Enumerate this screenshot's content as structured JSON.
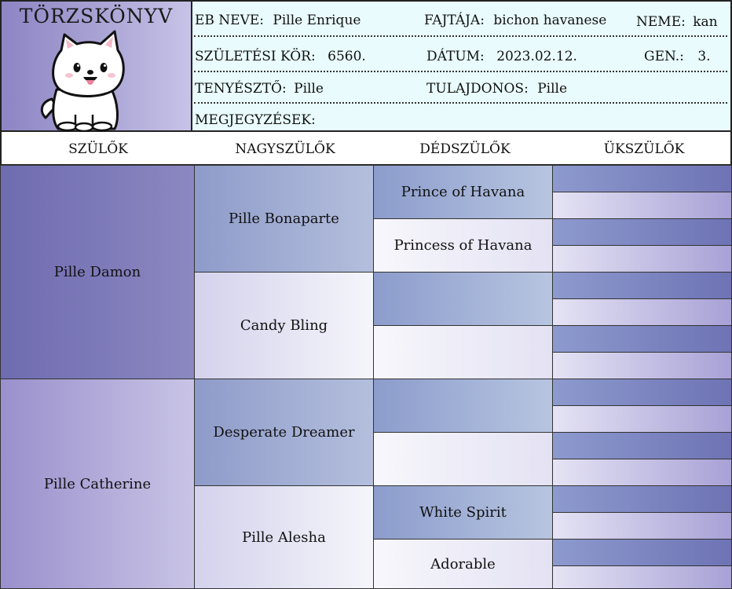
{
  "header": {
    "title": "TÖRZSKÖNYV",
    "fields": {
      "dog_name_label": "EB NEVE:",
      "dog_name": "Pille Enrique",
      "breed_label": "FAJTÁJA:",
      "breed": "bichon havanese",
      "sex_label": "NEME:",
      "sex": "kan",
      "litter_label": "SZÜLETÉSI KÖR:",
      "litter": "6560.",
      "date_label": "DÁTUM:",
      "date": "2023.02.12.",
      "gen_label": "GEN.:",
      "gen": "3.",
      "breeder_label": "TENYÉSZTŐ:",
      "breeder": "Pille",
      "owner_label": "TULAJDONOS:",
      "owner": "Pille",
      "notes_label": "MEGJEGYZÉSEK:"
    }
  },
  "columns": [
    "SZÜLŐK",
    "NAGYSZÜLŐK",
    "DÉDSZÜLŐK",
    "ÜKSZÜLŐK"
  ],
  "pedigree": {
    "parents": [
      "Pille Damon",
      "Pille Catherine"
    ],
    "grandparents": [
      "Pille Bonaparte",
      "Candy Bling",
      "Desperate Dreamer",
      "Pille Alesha"
    ],
    "great_grandparents": [
      "Prince of Havana",
      "Princess of Havana",
      "",
      "",
      "",
      "",
      "White Spirit",
      "Adorable"
    ]
  },
  "colors": {
    "sire_dark": "#6f6bb0",
    "dam_light": "#c9c4e6",
    "info_bg": "#e9fbfc"
  },
  "icons": {
    "logo": "white-puppy-icon"
  }
}
